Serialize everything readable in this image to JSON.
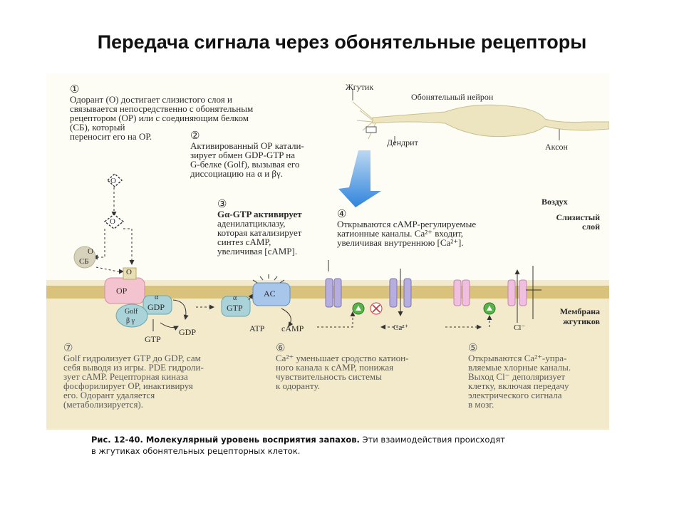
{
  "title": "Передача сигнала через обонятельные рецепторы",
  "neuron": {
    "flagellum": "Жгутик",
    "neuron_label": "Обонятельный нейрон",
    "dendrite": "Дендрит",
    "axon": "Аксон"
  },
  "layers": {
    "air": "Воздух",
    "mucus_1": "Слизистый",
    "mucus_2": "слой",
    "membrane_1": "Мембрана",
    "membrane_2": "жгутиков"
  },
  "steps": {
    "s1": {
      "num": "①",
      "lines": [
        "Одорант (О) достигает слизистого слоя и",
        "связывается непосредственно с обонятельным",
        "рецептором (ОР) или с соединяющим белком",
        "(СБ), который",
        "переносит его на ОР."
      ]
    },
    "s2": {
      "num": "②",
      "lines": [
        "Активированный ОР катали-",
        "зирует обмен GDP-GTP на",
        "G-белке (Golf), вызывая его",
        "диссоциацию на α и βγ."
      ]
    },
    "s3": {
      "num": "③",
      "lines": [
        "Gα-GTP активирует",
        "аденилатциклазу,",
        "которая катализирует",
        "синтез cAMP,",
        "увеличивая [cAMP]."
      ]
    },
    "s4": {
      "num": "④",
      "lines": [
        "Открываются cAMP-регулируемые",
        "катионные каналы. Ca²⁺ входит,",
        "увеличивая внутреннюю [Ca²⁺]."
      ]
    },
    "s5": {
      "num": "⑤",
      "lines": [
        "Открываются Ca²⁺-упра-",
        "вляемые хлорные каналы.",
        "Выход Cl⁻ деполяризует",
        "клетку, включая передачу",
        "электрического сигнала",
        "в мозг."
      ]
    },
    "s6": {
      "num": "⑥",
      "lines": [
        "Ca²⁺ уменьшает сродство катион-",
        "ного канала к cAMP, понижая",
        "чувствительность системы",
        "к одоранту."
      ]
    },
    "s7": {
      "num": "⑦",
      "lines": [
        "Golf гидролизует GTP до GDP, сам",
        "себя выводя из игры. PDE гидроли-",
        "зует cAMP. Рецепторная киназа",
        "фосфорилирует ОР, инактивируя",
        "его. Одорант удаляется",
        "(метаболизируется)."
      ]
    }
  },
  "molecules": {
    "odorant": "О",
    "cb": "СБ",
    "or": "ОР",
    "alpha": "α",
    "gdp": "GDP",
    "gtp": "GTP",
    "golf": "Golf",
    "beta_gamma": "β γ",
    "ac": "AC",
    "atp": "ATP",
    "camp": "cAMP",
    "ca": "Ca²⁺",
    "cl": "Cl⁻"
  },
  "caption": {
    "prefix": "Рис. 12-40. ",
    "bold": "Молекулярный уровень восприятия запахов.",
    "rest_1": " Эти взаимодействия происходят",
    "line2": "в жгутиках обонятельных рецепторных клеток."
  },
  "colors": {
    "membrane": "#d8c07a",
    "cytoplasm": "#f2e8c2",
    "blue_arrow": "#3a8ee0",
    "receptor": "#f3c3cf",
    "g_protein": "#a9d3d9",
    "adenylate_cyclase": "#a8c6ea",
    "cation_channel": "#b7aee0",
    "chloride_channel": "#f0bfe0"
  }
}
